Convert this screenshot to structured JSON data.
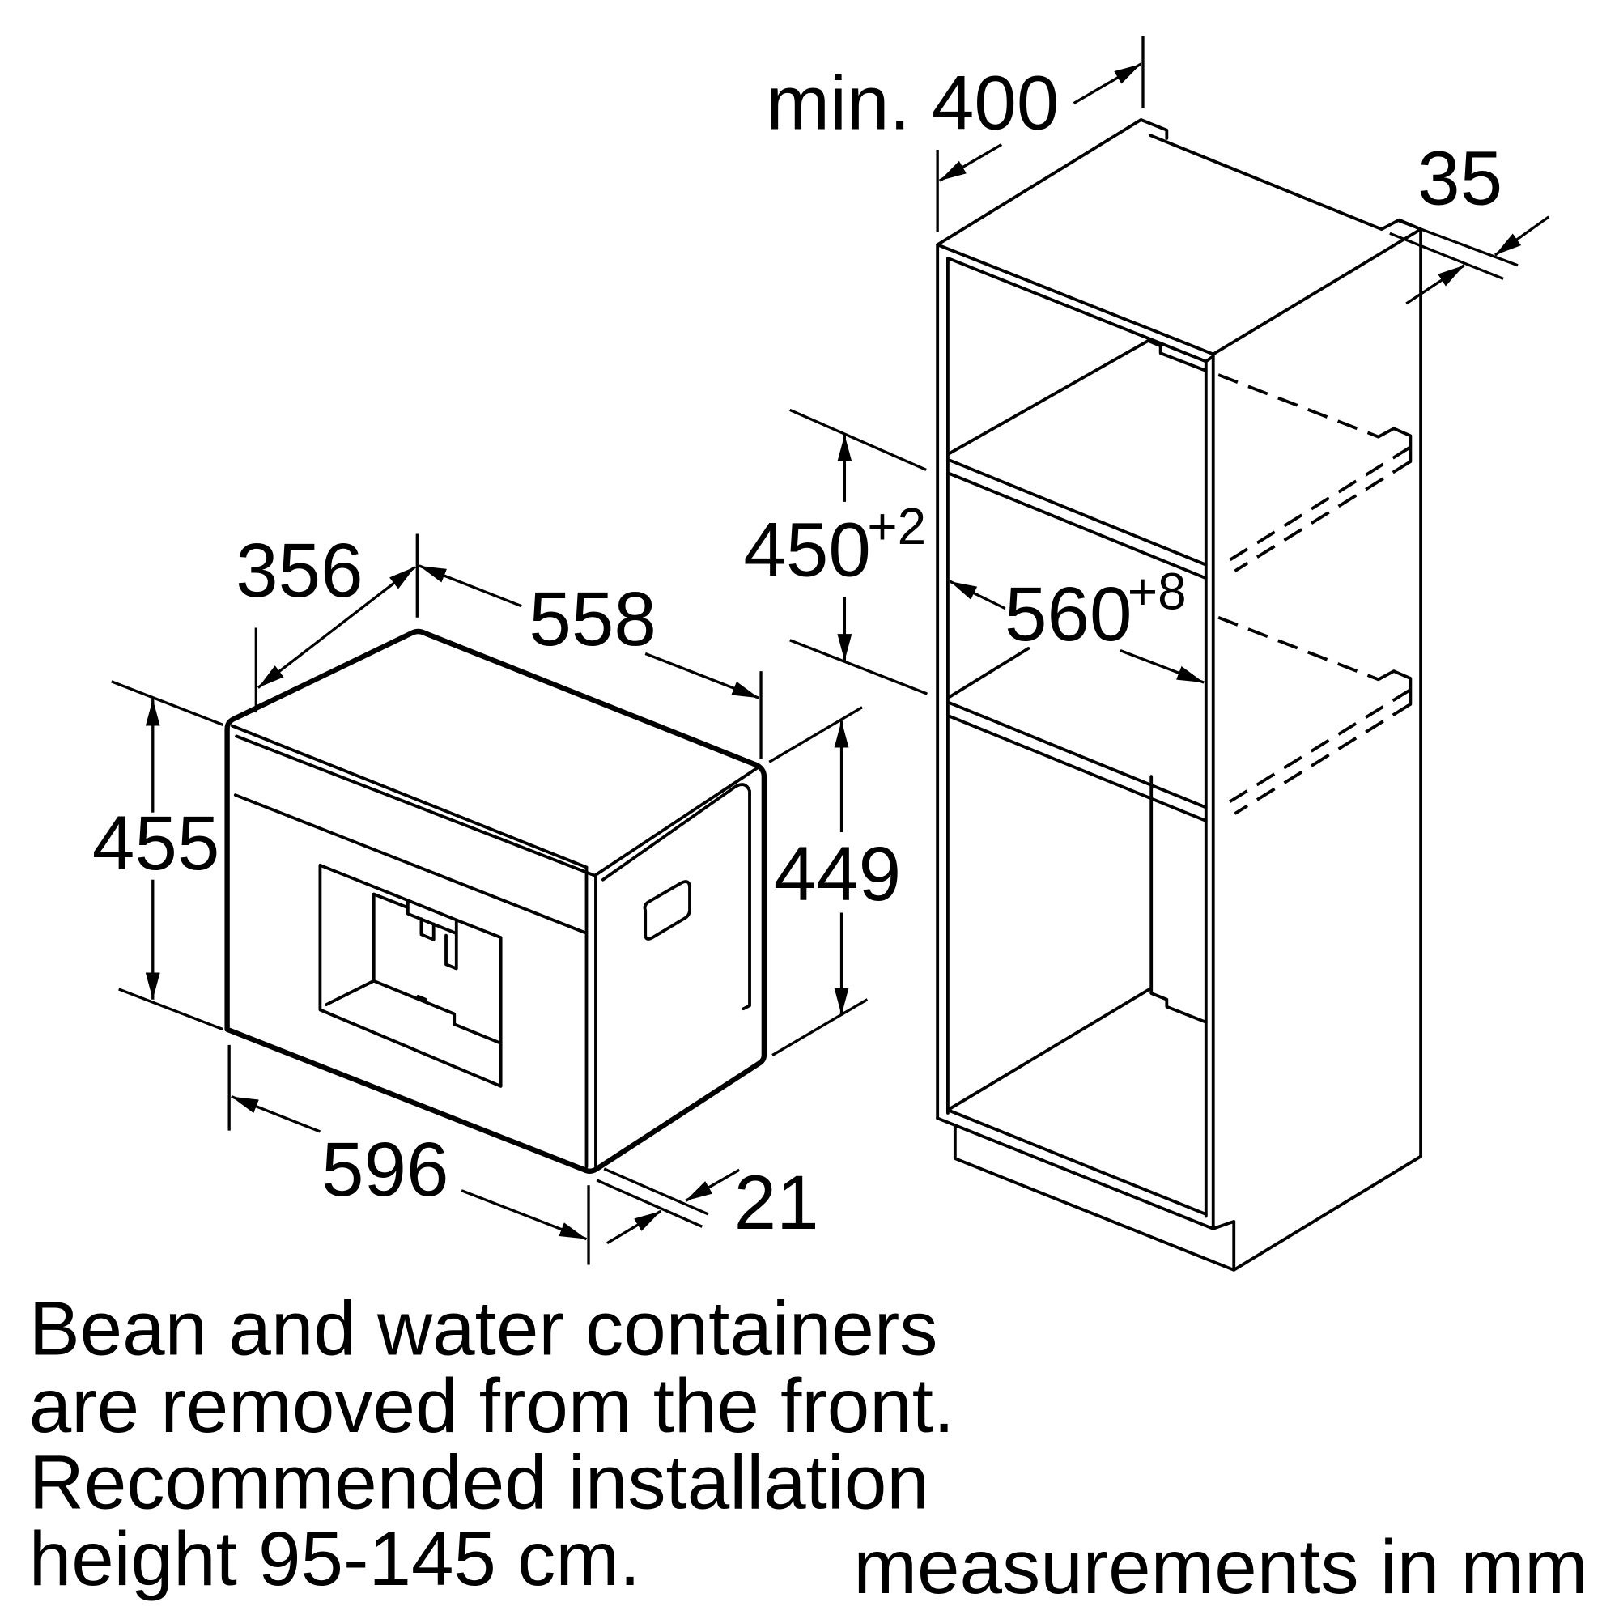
{
  "appliance": {
    "depth_label": "356",
    "top_width_label": "558",
    "front_height_label": "455",
    "side_height_label": "449",
    "front_width_label": "596",
    "front_offset_label": "21"
  },
  "niche": {
    "min_depth_label": "min. 400",
    "side_panel_label": "35",
    "height_label": "450",
    "height_tolerance": "+2",
    "width_label": "560",
    "width_tolerance": "+8"
  },
  "notes": {
    "lines": [
      "Bean and water containers",
      "are removed from the front.",
      "Recommended installation",
      "height 95-145 cm."
    ],
    "units": "measurements in mm"
  },
  "colors": {
    "ink": "#000000",
    "background": "#ffffff"
  }
}
